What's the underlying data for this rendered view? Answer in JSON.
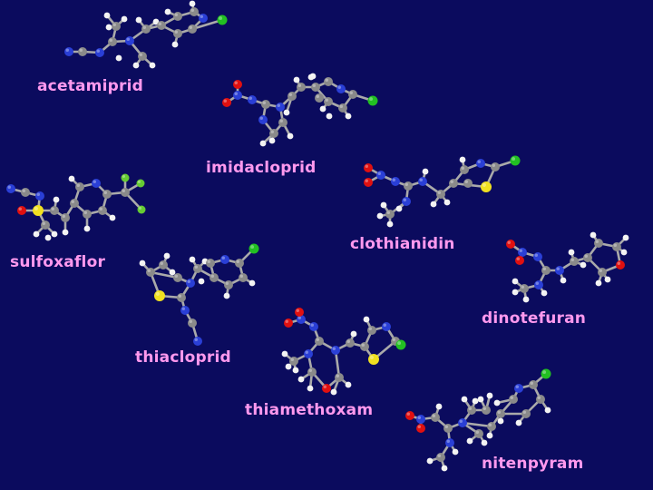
{
  "title": "",
  "colors": {
    "background": "#0b0b5e",
    "label": "#ff99ee",
    "carbon": "#8a8a8a",
    "hydrogen": "#f2f2f2",
    "nitrogen": "#2a3fd6",
    "oxygen": "#e01010",
    "sulfur": "#f0e020",
    "chlorine": "#22c022",
    "fluorine": "#66cc33",
    "bond": "#aaaaaa"
  },
  "molecules": [
    {
      "key": "acetamiprid",
      "name": "acetamiprid"
    },
    {
      "key": "imidacloprid",
      "name": "imidacloprid"
    },
    {
      "key": "clothianidin",
      "name": "clothianidin"
    },
    {
      "key": "sulfoxaflor",
      "name": "sulfoxaflor"
    },
    {
      "key": "dinotefuran",
      "name": "dinotefuran"
    },
    {
      "key": "thiacloprid",
      "name": "thiacloprid"
    },
    {
      "key": "thiamethoxam",
      "name": "thiamethoxam"
    },
    {
      "key": "nitenpyram",
      "name": "nitenpyram"
    }
  ]
}
